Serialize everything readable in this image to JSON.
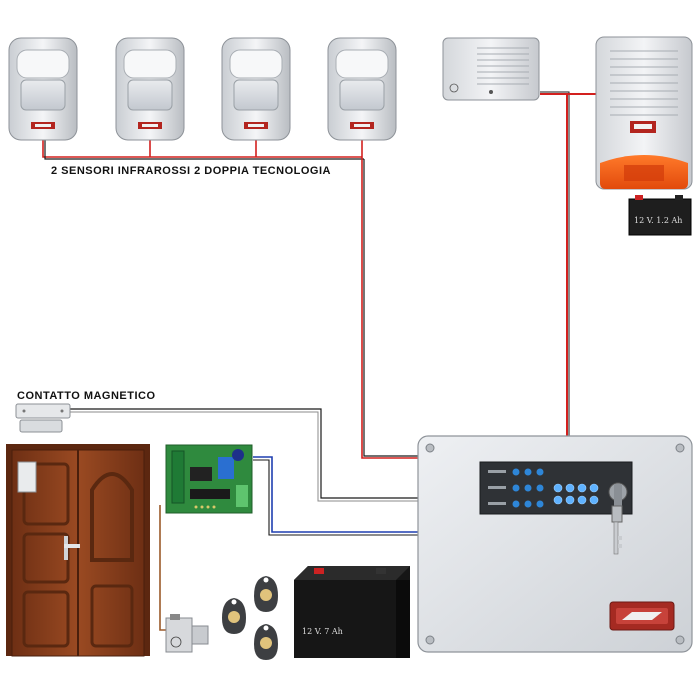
{
  "labels": {
    "sensors_caption": "2 SENSORI INFRAROSSI 2 DOPPIA TECNOLOGIA",
    "magnetic_contact": "CONTATTO MAGNETICO"
  },
  "battery_large": {
    "model": "12 V. 7 Ah"
  },
  "battery_small": {
    "model": "12 V. 1.2 Ah"
  },
  "colors": {
    "wire_red": "#d3201e",
    "wire_black": "#1a1a1a",
    "wire_blue": "#1f3fb0",
    "door": "#8a3f1c",
    "panel": "#e3e6ea",
    "keypad": "#2f3236",
    "led_blue": "#2e86d8"
  },
  "icons": {
    "sensor": "pir-sensor-icon",
    "siren": "siren-icon",
    "keyfob": "rfid-tag-icon",
    "key": "key-icon",
    "battery": "battery-icon",
    "board": "circuit-board-icon"
  }
}
